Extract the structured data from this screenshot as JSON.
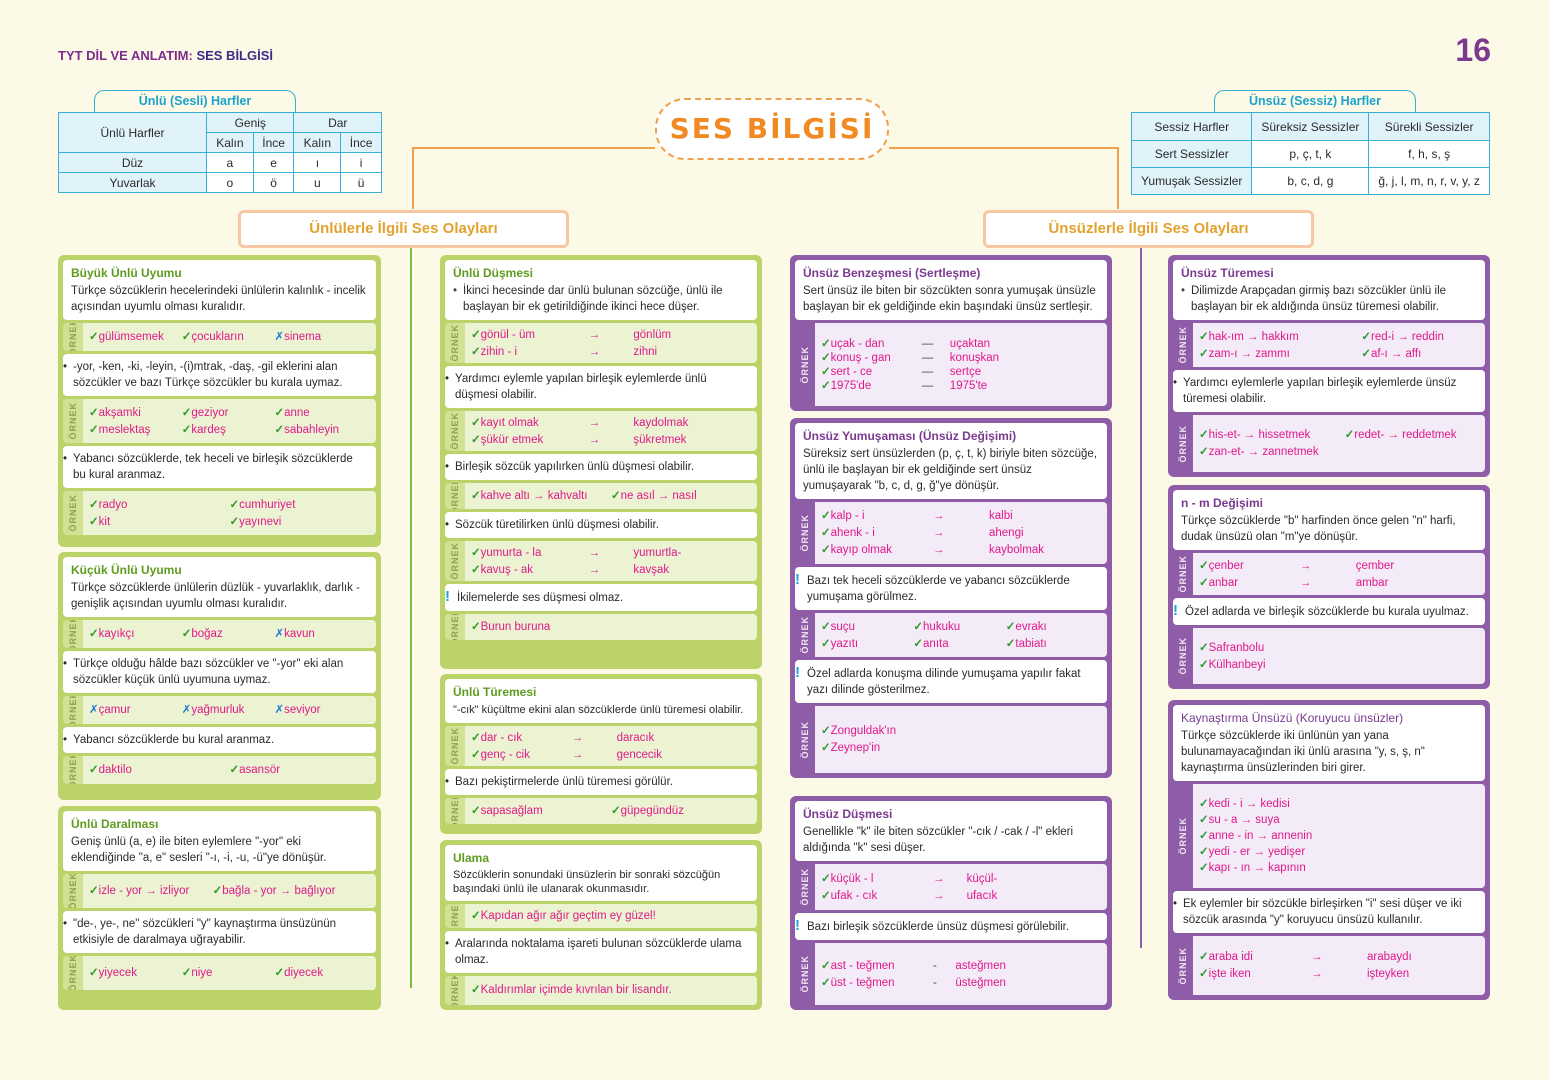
{
  "header": {
    "subject": "TYT DİL VE ANLATIM:",
    "topic": "SES BİLGİSİ",
    "page_number": "16"
  },
  "title": "SES BİLGİSİ",
  "vowels": {
    "tab": "Ünlü (Sesli) Harfler",
    "col0": "Ünlü Harfler",
    "wide": "Geniş",
    "narrow": "Dar",
    "thick": "Kalın",
    "thin": "İnce",
    "rows": [
      {
        "label": "Düz",
        "cells": [
          "a",
          "e",
          "ı",
          "i"
        ]
      },
      {
        "label": "Yuvarlak",
        "cells": [
          "o",
          "ö",
          "u",
          "ü"
        ]
      }
    ]
  },
  "consonants": {
    "tab": "Ünsüz (Sessiz) Harfler",
    "headers": [
      "Sessiz Harfler",
      "Süreksiz Sessizler",
      "Sürekli Sessizler"
    ],
    "rows": [
      {
        "label": "Sert Sessizler",
        "cells": [
          "p, ç, t, k",
          "f, h, s, ş"
        ]
      },
      {
        "label": "Yumuşak Sessizler",
        "cells": [
          "b, c, d, g",
          "ğ, j, l, m, n, r, v, y, z"
        ]
      }
    ]
  },
  "band_left": "Ünlülerle İlgili Ses Olayları",
  "band_right": "Ünsüzlerle İlgili Ses Olayları",
  "ex_label": "ÖRNEK",
  "c1": {
    "buyuk": {
      "title": "Büyük Ünlü Uyumu",
      "desc": "Türkçe sözcüklerin hecelerindeki ünlülerin kalınlık - incelik açısından uyumlu olması kuralıdır.",
      "ex1": [
        "gülümsemek",
        "çocukların",
        "sinema"
      ],
      "b1": "-yor, -ken, -ki, -leyin, -(i)mtrak, -daş, -gil eklerini alan sözcükler ve bazı Türkçe sözcükler bu kurala uymaz.",
      "ex2": [
        "akşamki",
        "geziyor",
        "anne",
        "meslektaş",
        "kardeş",
        "sabahleyin"
      ],
      "b2": "Yabancı sözcüklerde, tek heceli ve birleşik sözcüklerde bu kural aranmaz.",
      "ex3": [
        "radyo",
        "cumhuriyet",
        "kit",
        "yayınevi"
      ]
    },
    "kucuk": {
      "title": "Küçük Ünlü Uyumu",
      "desc": "Türkçe sözcüklerde ünlülerin düzlük - yuvarlaklık, darlık - genişlik açısından uyumlu olması kuralıdır.",
      "ex1": [
        "kayıkçı",
        "boğaz",
        "kavun"
      ],
      "b1": "Türkçe olduğu hâlde bazı sözcükler ve \"-yor\" eki alan sözcükler küçük ünlü uyumuna uymaz.",
      "ex2": [
        "çamur",
        "yağmurluk",
        "seviyor"
      ],
      "b2": "Yabancı sözcüklerde bu kural aranmaz.",
      "ex3": [
        "daktilo",
        "asansör"
      ]
    },
    "daralma": {
      "title": "Ünlü Daralması",
      "desc": "Geniş ünlü (a, e) ile biten eylemlere \"-yor\" eki eklendiğinde \"a, e\" sesleri \"-ı, -i, -u, -ü\"ye dönüşür.",
      "ex1": [
        "izle - yor → izliyor",
        "bağla - yor → bağlıyor"
      ],
      "b1": "\"de-, ye-, ne\" sözcükleri \"y\" kaynaştırma ünsüzünün etkisiyle de daralmaya uğrayabilir.",
      "ex2": [
        "yiyecek",
        "niye",
        "diyecek"
      ]
    }
  },
  "c2": {
    "dusme": {
      "title": "Ünlü Düşmesi",
      "b1": "İkinci hecesinde dar ünlü bulunan sözcüğe, ünlü ile başlayan bir ek getirildiğinde ikinci hece düşer.",
      "ex1": [
        "gönül - üm",
        "→",
        "gönlüm",
        "zihin - i",
        "→",
        "zihni"
      ],
      "b2": "Yardımcı eylemle yapılan birleşik eylemlerde ünlü düşmesi olabilir.",
      "ex2": [
        "kayıt olmak",
        "→",
        "kaydolmak",
        "şükür etmek",
        "→",
        "şükretmek"
      ],
      "b3": "Birleşik sözcük yapılırken ünlü düşmesi olabilir.",
      "ex3": [
        "kahve altı → kahvaltı",
        "ne asıl → nasıl"
      ],
      "b4": "Sözcük türetilirken ünlü düşmesi olabilir.",
      "ex4": [
        "yumurta - la",
        "→",
        "yumurtla-",
        "kavuş - ak",
        "→",
        "kavşak"
      ],
      "n1": "İkilemelerde ses düşmesi olmaz.",
      "ex5": [
        "Burun buruna"
      ]
    },
    "tureme": {
      "title": "Ünlü Türemesi",
      "desc": "\"-cık\" küçültme ekini alan sözcüklerde ünlü türemesi olabilir.",
      "ex1": [
        "dar - cık",
        "→",
        "daracık",
        "genç - cik",
        "→",
        "gencecik"
      ],
      "b1": "Bazı pekiştirmelerde ünlü türemesi görülür.",
      "ex2": [
        "sapasağlam",
        "güpegündüz"
      ]
    },
    "ulama": {
      "title": "Ulama",
      "desc": "Sözcüklerin sonundaki ünsüzlerin bir sonraki sözcüğün başındaki ünlü ile ulanarak okunmasıdır.",
      "ex1": [
        "Kapıdan ağır ağır geçtim ey güzel!"
      ],
      "b1": "Aralarında noktalama işareti bulunan sözcüklerde ulama olmaz.",
      "ex2": [
        "Kaldırımlar içimde kıvrılan bir lisandır."
      ]
    }
  },
  "c3": {
    "benzesme": {
      "title": "Ünsüz Benzeşmesi (Sertleşme)",
      "desc": "Sert ünsüz ile biten bir sözcükten sonra yumuşak ünsüzle başlayan bir ek geldiğinde ekin başındaki ünsüz sertleşir.",
      "ex1": [
        "uçak - dan",
        "—",
        "uçaktan",
        "konuş - gan",
        "—",
        "konuşkan",
        "sert - ce",
        "—",
        "sertçe",
        "1975'de",
        "—",
        "1975'te"
      ]
    },
    "yumusama": {
      "title": "Ünsüz Yumuşaması (Ünsüz Değişimi)",
      "desc": "Süreksiz sert ünsüzlerden (p, ç, t, k) biriyle biten sözcüğe, ünlü ile başlayan bir ek geldiğinde sert ünsüz yumuşayarak \"b, c, d, g, ğ\"ye dönüşür.",
      "ex1": [
        "kalp - i",
        "→",
        "kalbi",
        "ahenk - i",
        "→",
        "ahengi",
        "kayıp olmak",
        "→",
        "kaybolmak"
      ],
      "n1": "Bazı tek heceli sözcüklerde ve yabancı sözcüklerde yumuşama görülmez.",
      "ex2": [
        "suçu",
        "hukuku",
        "evrakı",
        "yazıtı",
        "anıta",
        "tabiatı"
      ],
      "n2": "Özel adlarda konuşma dilinde yumuşama yapılır fakat yazı dilinde gösterilmez.",
      "ex3": [
        "Zonguldak'ın",
        "Zeynep'in"
      ]
    },
    "dusme": {
      "title": "Ünsüz Düşmesi",
      "desc": "Genellikle \"k\" ile biten sözcükler \"-cık / -cak / -l\" ekleri aldığında \"k\" sesi düşer.",
      "ex1": [
        "küçük - l",
        "→",
        "küçül-",
        "ufak - cık",
        "→",
        "ufacık"
      ],
      "n1": "Bazı birleşik sözcüklerde ünsüz düşmesi görülebilir.",
      "ex2": [
        "ast - teğmen",
        "-",
        "asteğmen",
        "üst - teğmen",
        "-",
        "üsteğmen"
      ]
    }
  },
  "c4": {
    "tureme": {
      "title": "Ünsüz Türemesi",
      "b1": "Dilimizde Arapçadan girmiş bazı sözcükler ünlü ile başlayan bir ek aldığında ünsüz türemesi olabilir.",
      "ex1": [
        "hak-ım → hakkım",
        "red-i → reddin",
        "zam-ı → zammı",
        "af-ı → affı"
      ],
      "b2": "Yardımcı eylemlerle yapılan birleşik eylemlerde ünsüz türemesi olabilir.",
      "ex2": [
        "his-et- → hissetmek",
        "redet- → reddetmek",
        "zan-et- → zannetmek"
      ]
    },
    "nm": {
      "title": "n - m Değişimi",
      "desc": "Türkçe sözcüklerde \"b\" harfinden önce gelen \"n\" harfi, dudak ünsüzü olan \"m\"ye dönüşür.",
      "ex1": [
        "çenber",
        "→",
        "çember",
        "anbar",
        "→",
        "ambar"
      ],
      "n1": "Özel adlarda ve birleşik sözcüklerde bu kurala uyulmaz.",
      "ex2": [
        "Safranbolu",
        "Külhanbeyi"
      ]
    },
    "kaynastirma": {
      "title": "Kaynaştırma Ünsüzü (Koruyucu ünsüzler)",
      "desc": "Türkçe sözcüklerde iki ünlünün yan yana bulunamayacağından iki ünlü arasına \"y, s, ş, n\" kaynaştırma ünsüzlerinden biri girer.",
      "ex1": [
        "kedi - i → kedisi",
        "su - a → suya",
        "anne - in → annenin",
        "yedi - er → yedişer",
        "kapı - ın → kapının"
      ],
      "b1": "Ek eylemler bir sözcükle birleşirken \"i\" sesi düşer ve iki sözcük arasında \"y\" koruyucu ünsüzü kullanılır.",
      "ex2": [
        "araba idi",
        "→",
        "arabaydı",
        "işte iken",
        "→",
        "işteyken"
      ]
    }
  },
  "colors": {
    "green": "#bcd36a",
    "purple": "#8f5da8",
    "orange": "#f0a04c",
    "blue": "#37afd6",
    "magenta": "#e0198b"
  }
}
